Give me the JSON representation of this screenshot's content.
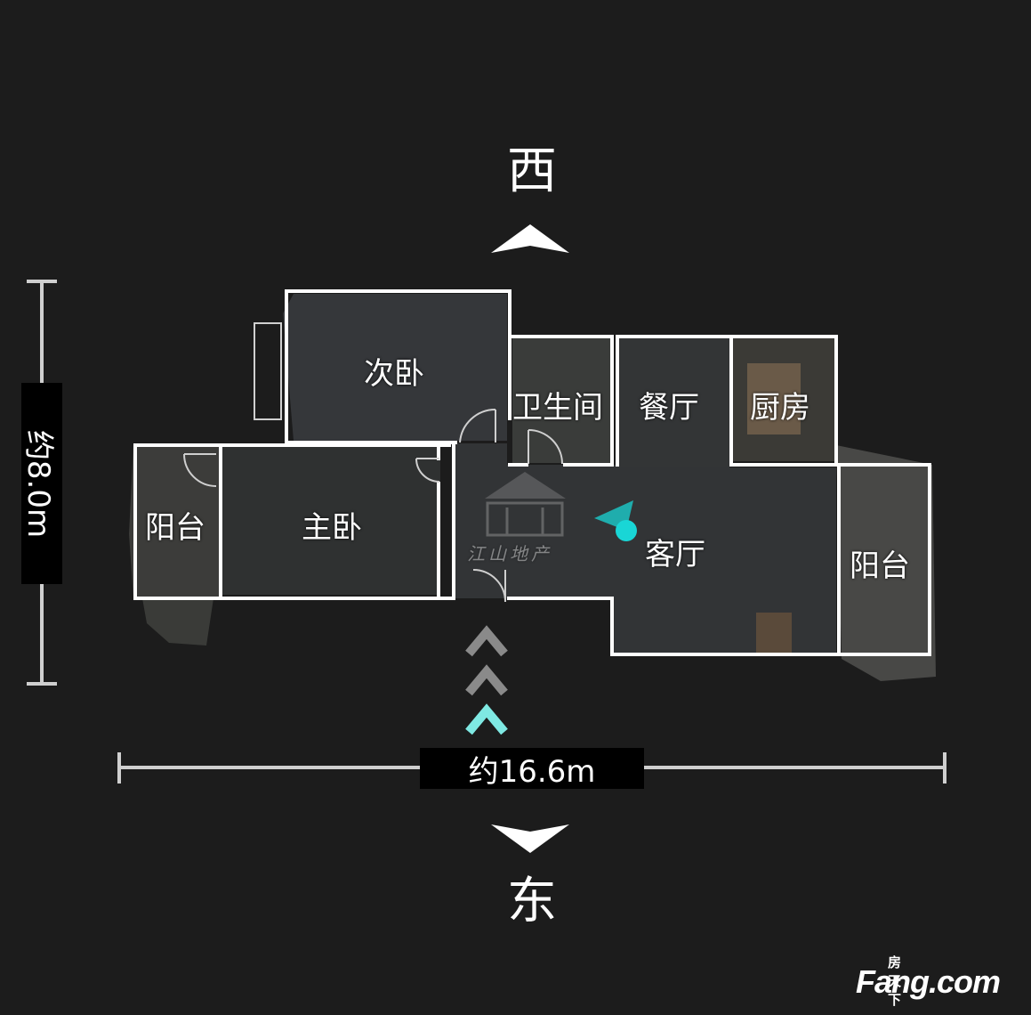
{
  "compass": {
    "north_label": "西",
    "south_label": "东"
  },
  "dimensions": {
    "width_label": "约16.6m",
    "height_label": "约8.0m"
  },
  "rooms": {
    "second_bedroom": "次卧",
    "master_bedroom": "主卧",
    "bathroom": "卫生间",
    "dining_room": "餐厅",
    "kitchen": "厨房",
    "living_room": "客厅",
    "balcony_left": "阳台",
    "balcony_right": "阳台"
  },
  "watermark": {
    "text": "江山地产"
  },
  "brand": {
    "top": "房天下",
    "bottom": "Fang.com"
  },
  "colors": {
    "background": "#1c1c1c",
    "wall": "#ffffff",
    "viewer_accent": "#19d6d6",
    "room_fill": "#35373a"
  }
}
